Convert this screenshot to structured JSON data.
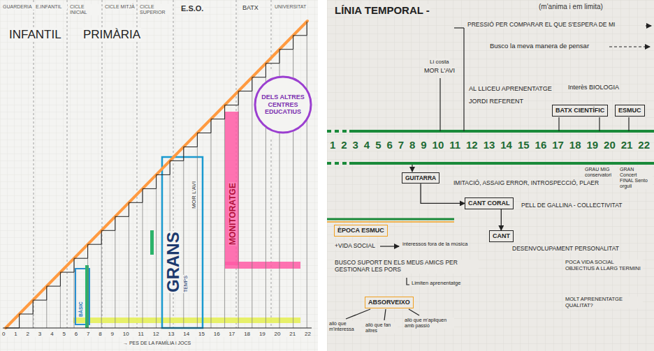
{
  "diagram": {
    "nodes": [
      {
        "text": [
          "DELS ALTRES CENTRES EDUCATIUS"
        ]
      },
      {
        "text": [
          "BATX CIENTÍFIC"
        ]
      },
      {
        "text": [
          "ESMUC"
        ]
      },
      {
        "text": [
          "GUITARRA"
        ]
      },
      {
        "text": [
          "CANT CORAL"
        ]
      },
      {
        "text": [
          "CANT"
        ]
      },
      {
        "text": [
          "ÈPOCA ESMUC"
        ]
      },
      {
        "text": [
          "ABSORVEIXO"
        ]
      }
    ],
    "edges": [
      {
        "from": 3,
        "to": 4,
        "arrow": "to"
      },
      {
        "from": 4,
        "to": 5,
        "arrow": "to"
      }
    ],
    "labels": [
      "GUARDERIA",
      "E.INFANTIL",
      "CICLE INICIAL",
      "CICLE MITJÀ",
      "CICLE SUPERIOR",
      "E.S.O.",
      "BATX",
      "UNIVERSITAT",
      "INFANTIL",
      "PRIMÀRIA",
      "BÀSIC",
      "GRANS",
      "TEMPS",
      "MOR L'AVI",
      "MONITORATGE",
      "0 1 2 3 4 5 6 7 8 9 10 11 12 13 14 15 16 17 18 19 20 21 22",
      "→ PES DE LA FAMÍLIA i JOCS",
      "LÍNIA TEMPORAL -",
      "(m'anima i em limita)",
      "PRESSIÓ PER COMPARAR EL QUE S'ESPERA DE MI",
      "Busco la meva manera de pensar",
      "Li costa",
      "MOR L'AVI",
      "AL LLICEU APRENENTATGE",
      "JORDI REFERENT",
      "Interès BIOLOGIA",
      "1 2 3 4 5 6 7 8 9 10 11 12 13 14 15 16 17 18 19 20 21 22",
      "IMITACIÓ, ASSAIG ERROR, INTROSPECCIÓ, PLAER",
      "GRAU MIG conservatori",
      "PELL DE GALLINA - COLLECTIVITAT",
      "GRAN Concert FINAL Sento orgull",
      "DESENVOLUPAMENT PERSONALITAT",
      "POCA VIDA SOCIAL OBJECTIUS A LLARG TERMINI",
      "MOLT APRENENTATGE QUALITAT?",
      "+VIDA SOCIAL",
      "interessos fora de la música",
      "BUSCO SUPORT EN ELS MEUS AMICS PER GESTIONAR LES PORS",
      "Limiten aprenentatge",
      "allò que m'interessa",
      "allò que fan altres",
      "allò que m'apliquen amb passió"
    ]
  }
}
